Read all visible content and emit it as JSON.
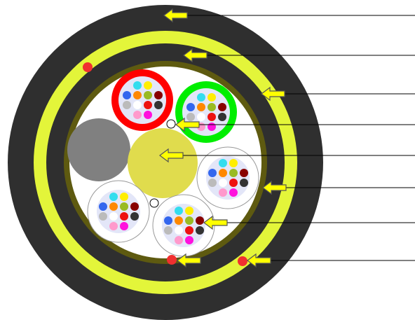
{
  "diagram": {
    "type": "fiber-optic-cable-cross-section",
    "colors": {
      "outer_jacket": "#2f2f2f",
      "armor_ring": "#e3f53a",
      "inner_sheath": "#2f2f2f",
      "core_binder": "#5e5a10",
      "core_fill": "#ffffff",
      "central_member": "#e0dc4d",
      "filler": "#808080",
      "tube_red": "#ff0000",
      "tube_green": "#00ee00",
      "tube_plain_stroke": "#999999",
      "tube_inner": "#e3e6f8",
      "ripcord": "#f03030",
      "arrow_fill": "#ffff00",
      "arrow_stroke": "#555555",
      "leader_line": "#000000"
    },
    "fiber_colors": [
      "#33ddee",
      "#ffee00",
      "#3366ee",
      "#ff8800",
      "#99bb22",
      "#880000",
      "#bbbbbb",
      "#ffffff",
      "#ee1111",
      "#333333",
      "#ff99cc",
      "#ff11dd"
    ],
    "loose_tubes": [
      {
        "id": "tube-1",
        "color": "red"
      },
      {
        "id": "tube-2",
        "color": "green"
      },
      {
        "id": "tube-3",
        "color": "plain"
      },
      {
        "id": "tube-4",
        "color": "plain"
      },
      {
        "id": "tube-5",
        "color": "plain"
      }
    ],
    "callouts": [
      {
        "id": "outer-jacket",
        "icon": "arrow-left-icon"
      },
      {
        "id": "inner-sheath",
        "icon": "arrow-left-icon"
      },
      {
        "id": "armor-ring",
        "icon": "arrow-left-icon"
      },
      {
        "id": "water-blocking-yarn",
        "icon": "arrow-left-icon"
      },
      {
        "id": "central-strength-member",
        "icon": "arrow-left-icon"
      },
      {
        "id": "core-binder",
        "icon": "arrow-left-icon"
      },
      {
        "id": "loose-tube",
        "icon": "arrow-left-icon"
      },
      {
        "id": "ripcord",
        "icon": "arrow-left-icon"
      }
    ]
  }
}
